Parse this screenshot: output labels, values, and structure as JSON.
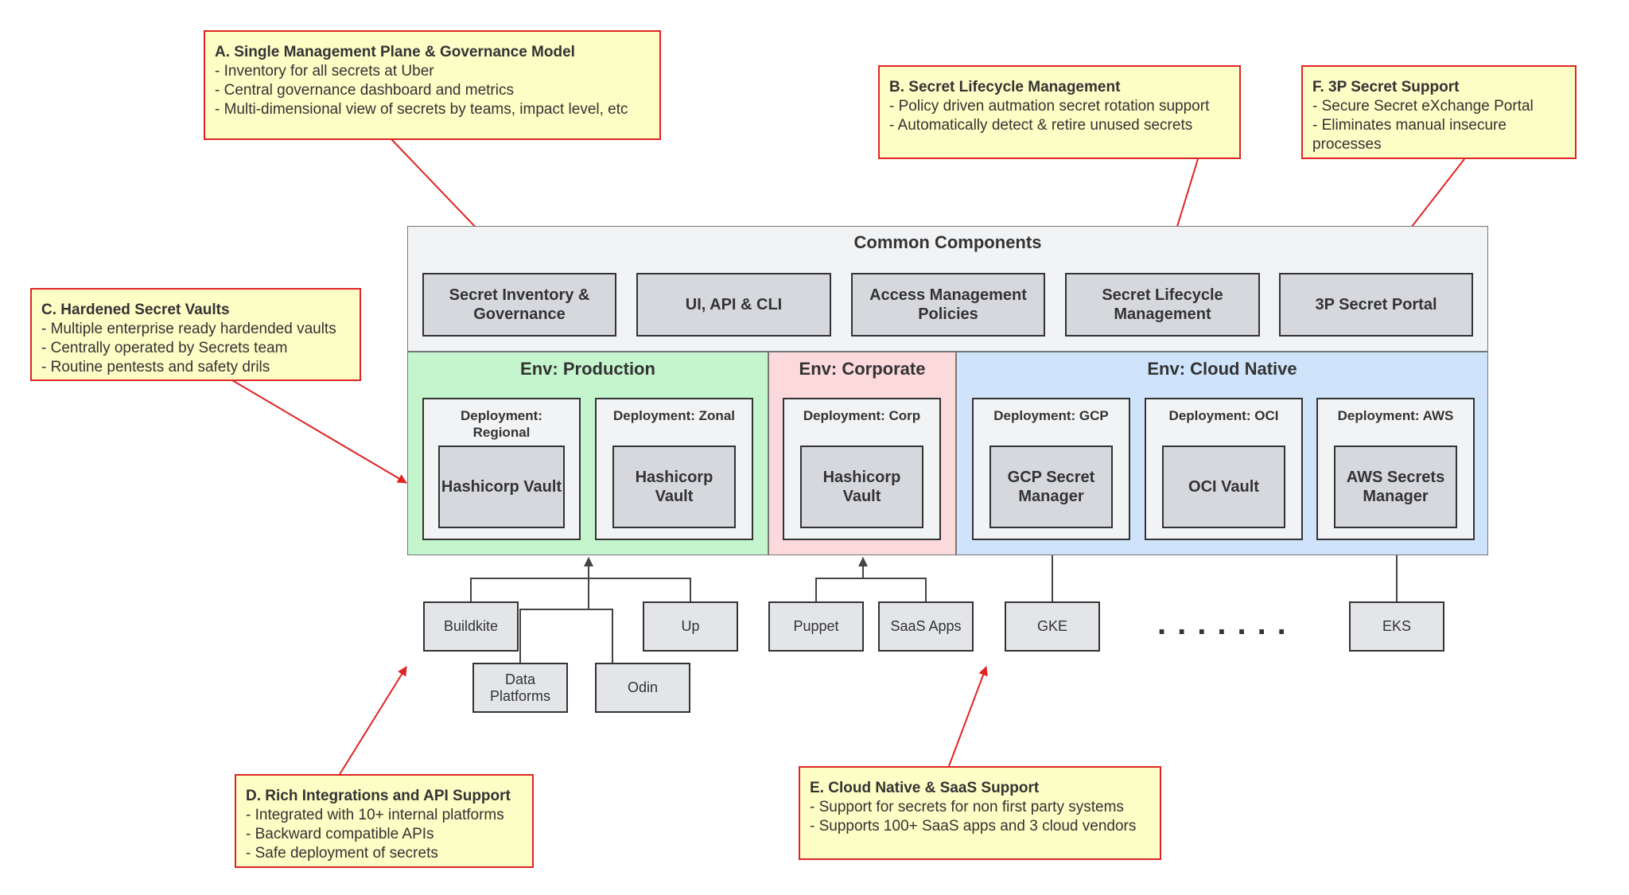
{
  "notes": {
    "a": {
      "title": "A. Single Management Plane & Governance Model",
      "lines": [
        "- Inventory for all secrets at Uber",
        "- Central governance dashboard and metrics",
        "- Multi-dimensional view of secrets by teams, impact level, etc"
      ]
    },
    "b": {
      "title": "B. Secret Lifecycle Management",
      "lines": [
        "- Policy driven autmation secret rotation support",
        "- Automatically detect & retire unused secrets"
      ]
    },
    "f": {
      "title": "F. 3P Secret Support",
      "lines": [
        "- Secure Secret eXchange Portal",
        "- Eliminates manual insecure processes"
      ]
    },
    "c": {
      "title": "C. Hardened Secret Vaults",
      "lines": [
        "- Multiple enterprise ready hardended vaults",
        "- Centrally operated by Secrets team",
        "- Routine pentests and safety drils"
      ]
    },
    "d": {
      "title": "D. Rich Integrations and API Support",
      "lines": [
        "- Integrated with 10+ internal platforms",
        "- Backward compatible APIs",
        "- Safe deployment of secrets"
      ]
    },
    "e": {
      "title": "E. Cloud Native & SaaS Support",
      "lines": [
        "- Support for secrets for non first party systems",
        "- Supports 100+ SaaS apps and 3 cloud vendors"
      ]
    }
  },
  "common": {
    "title": "Common Components",
    "items": [
      "Secret Inventory & Governance",
      "UI, API & CLI",
      "Access Management Policies",
      "Secret Lifecycle Management",
      "3P Secret Portal"
    ]
  },
  "envs": {
    "production": {
      "title": "Env: Production",
      "deployments": [
        {
          "label": "Deployment: Regional",
          "vault": "Hashicorp Vault"
        },
        {
          "label": "Deployment: Zonal",
          "vault": "Hashicorp Vault"
        }
      ]
    },
    "corporate": {
      "title": "Env: Corporate",
      "deployments": [
        {
          "label": "Deployment: Corp",
          "vault": "Hashicorp Vault"
        }
      ]
    },
    "cloud": {
      "title": "Env: Cloud Native",
      "deployments": [
        {
          "label": "Deployment: GCP",
          "vault": "GCP Secret Manager"
        },
        {
          "label": "Deployment: OCI",
          "vault": "OCI  Vault"
        },
        {
          "label": "Deployment: AWS",
          "vault": "AWS Secrets Manager"
        }
      ]
    }
  },
  "integrations": {
    "buildkite": "Buildkite",
    "data_platforms": "Data Platforms",
    "odin": "Odin",
    "up": "Up",
    "puppet": "Puppet",
    "saas_apps": "SaaS Apps",
    "gke": "GKE",
    "ellipsis": ".......",
    "eks": "EKS"
  },
  "colors": {
    "note_fill": "#fdfdc6",
    "note_border": "#e02424",
    "common_bg": "#f2f3f5",
    "production_bg": "#c5f5cd",
    "corporate_bg": "#fcd9da",
    "cloud_bg": "#cfe3fb",
    "component_fill": "#d6d8dd",
    "arrow_red": "#e02424"
  }
}
